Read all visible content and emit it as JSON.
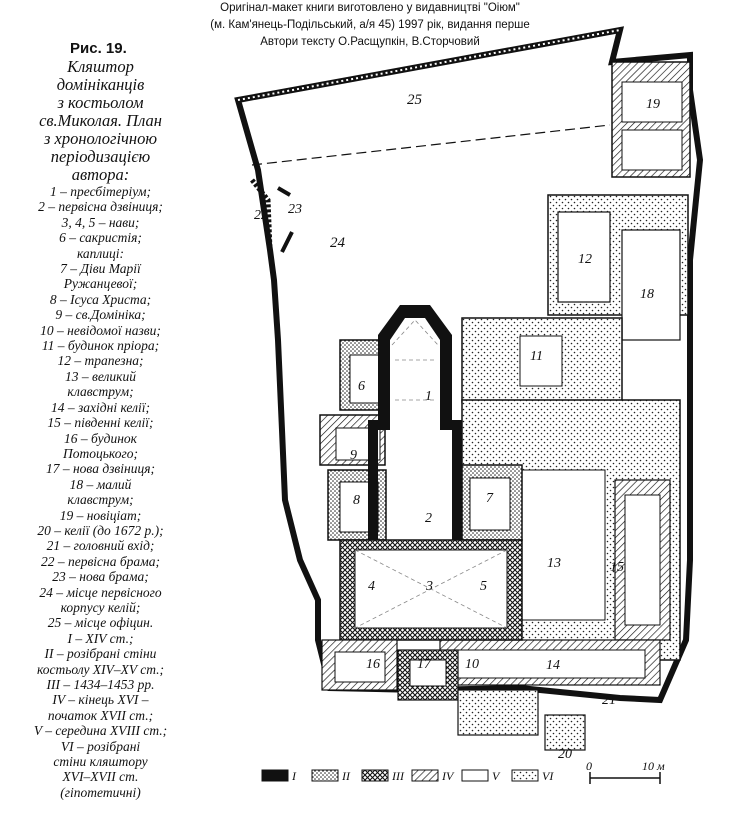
{
  "header": {
    "line1": "Оригінал-макет книги виготовлено у видавництві \"Оіюм\"",
    "line2": "(м. Кам'янець-Подільський, а/я 45) 1997 рік, видання перше",
    "line3": "Автори тексту О.Расщупкін, В.Сторчовий"
  },
  "figure": {
    "number": "Рис. 19.",
    "title": [
      "Кляштор",
      "домініканців",
      "з костьолом",
      "св.Миколая. План",
      "з хронологічною",
      "періодизацією",
      "автора:"
    ],
    "legend_items": [
      "1 – пресбітеріум;",
      "2 – первісна дзвіниця;",
      "3, 4, 5 – нави;",
      "6 – сакристія;",
      "каплиці:",
      "7 – Діви Марії",
      "Ружанцевої;",
      "8 – Ісуса Христа;",
      "9 – св.Домініка;",
      "10 – невідомої назви;",
      "11 – будинок пріора;",
      "12 – трапезна;",
      "13 – великий",
      "клавструм;",
      "14 – західні келії;",
      "15 – південні келії;",
      "16 – будинок",
      "Потоцького;",
      "17 – нова дзвіниця;",
      "18 – малий",
      "клавструм;",
      "19 – новіціат;",
      "20 – келії (до 1672 р.);",
      "21 – головний вхід;",
      "22 – первісна брама;",
      "23 – нова брама;",
      "24 – місце первісного",
      "корпусу келій;",
      "25 – місце офіцин.",
      "I – XIV ст.;",
      "II – розібрані стіни",
      "костьолу XIV–XV ст.;",
      "III – 1434–1453 рр.",
      "IV – кінець XVI –",
      "початок XVII ст.;",
      "V – середина XVIII ст.;",
      "VI – розібрані",
      "стіни кляштору",
      "XVI–XVII ст.",
      "(гіпотетичні)"
    ]
  },
  "plan_labels": {
    "n1": "1",
    "n2": "2",
    "n3": "3",
    "n4": "4",
    "n5": "5",
    "n6": "6",
    "n7": "7",
    "n8": "8",
    "n9": "9",
    "n10": "10",
    "n11": "11",
    "n12": "12",
    "n13": "13",
    "n14": "14",
    "n15": "15",
    "n16": "16",
    "n17": "17",
    "n18": "18",
    "n19": "19",
    "n20": "20",
    "n21": "21",
    "n22": "22",
    "n23": "23",
    "n24": "24",
    "n25": "25"
  },
  "scale": {
    "zero": "0",
    "ten": "10 м"
  },
  "period_legend": [
    {
      "label": "I",
      "pattern": "solid"
    },
    {
      "label": "II",
      "pattern": "dots"
    },
    {
      "label": "III",
      "pattern": "cross"
    },
    {
      "label": "IV",
      "pattern": "hatch"
    },
    {
      "label": "V",
      "pattern": "blank"
    },
    {
      "label": "VI",
      "pattern": "dotsparse"
    }
  ],
  "colors": {
    "ink": "#111111",
    "paper": "#ffffff"
  }
}
